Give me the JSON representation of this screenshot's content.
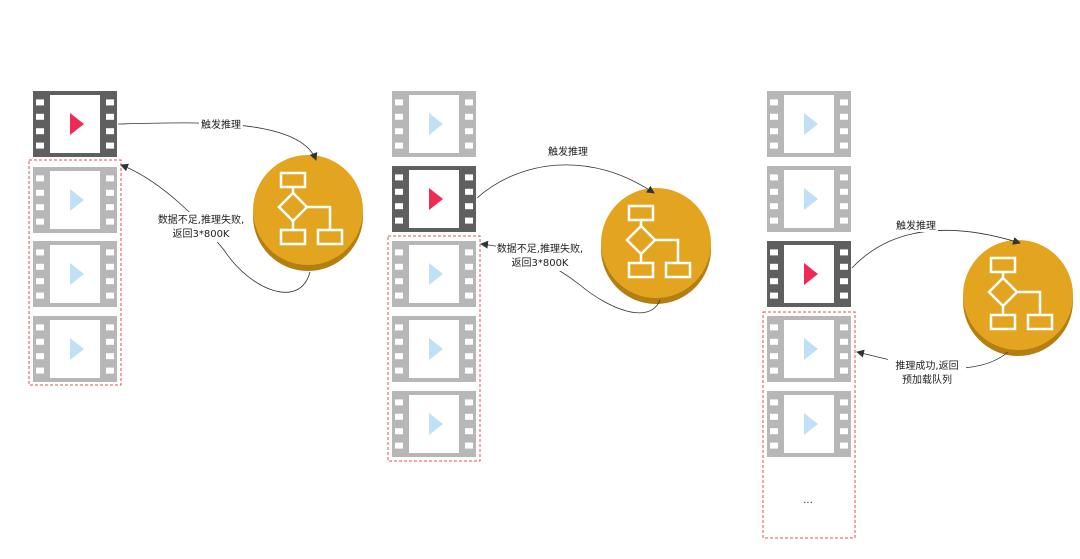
{
  "colors": {
    "active_frame": "#5f5f5f",
    "inactive_frame": "#b7b7b7",
    "active_play": "#ee2a55",
    "inactive_play": "#bfe0f5",
    "engine_top": "#e3a51f",
    "engine_side": "#b47f10",
    "dashed_box": "#e05252",
    "arrow": "#333333"
  },
  "icons": {
    "video": "film-strip-play-icon",
    "engine": "flowchart-icon"
  },
  "panels": [
    {
      "trigger_label": "触发推理",
      "result_lines": [
        "数据不足,推理失败,",
        "返回3*800K"
      ]
    },
    {
      "trigger_label": "触发推理",
      "result_lines": [
        "数据不足,推理失败,",
        "返回3*800K"
      ]
    },
    {
      "trigger_label": "触发推理",
      "result_lines": [
        "推理成功,返回",
        "预加载队列"
      ],
      "ellipsis": "..."
    }
  ]
}
